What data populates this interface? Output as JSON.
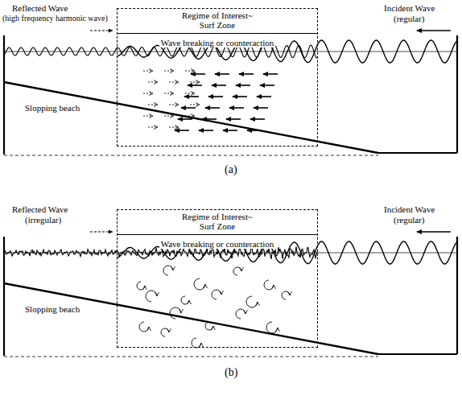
{
  "diagram": {
    "nodes": [
      {
        "text": [
          "Regime of Interest~ Surf Zone",
          "Wave breaking or counteraction"
        ]
      },
      {
        "text": [
          "Regime of Interest~ Surf Zone",
          "Wave breaking or counteraction"
        ]
      }
    ],
    "edges": [],
    "labels": [
      "Reflected Wave",
      "(high frequency harmonic wave)",
      "Incident Wave",
      "(regular)",
      "Slopping beach",
      "(a)",
      "Reflected Wave",
      "(irregular)",
      "Incident Wave",
      "(regular)",
      "Slopping beach",
      "(b)"
    ]
  }
}
